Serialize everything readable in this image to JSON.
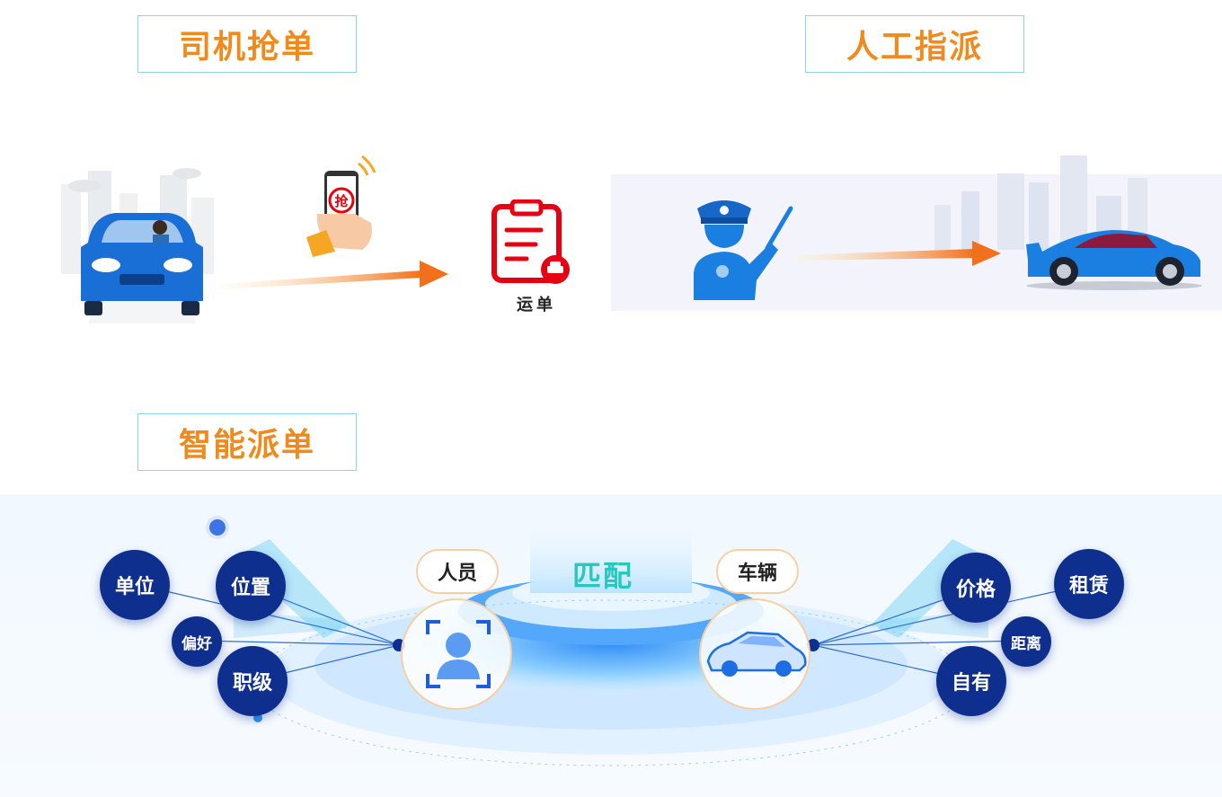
{
  "titles": {
    "driver_grab": "司机抢单",
    "manual_dispatch": "人工指派",
    "smart_dispatch": "智能派单"
  },
  "waybill_label": "运单",
  "grab_phone_text": "抢",
  "smart": {
    "person_label": "人员",
    "vehicle_label": "车辆",
    "match_label": "匹配",
    "person_factors": [
      "单位",
      "位置",
      "偏好",
      "职级"
    ],
    "vehicle_factors": [
      "价格",
      "租赁",
      "距离",
      "自有"
    ]
  },
  "colors": {
    "title_orange": "#f08a1c",
    "bubble_navy": "#0f2f8e",
    "car_blue": "#1a6fd6",
    "arrow_orange": "#f26f1b",
    "waybill_red": "#e60012"
  }
}
